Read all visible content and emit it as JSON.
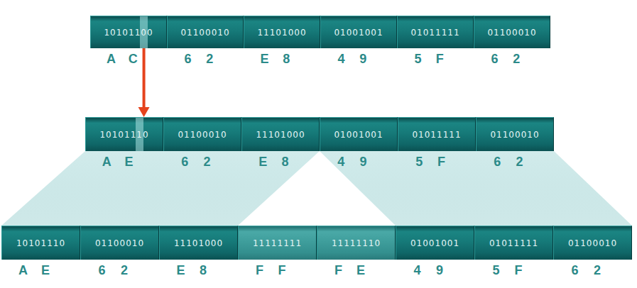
{
  "diagram": {
    "nodes": [
      {
        "text": [
          "10101100",
          "A",
          "C"
        ]
      },
      {
        "text": [
          "01100010",
          "6",
          "2"
        ]
      },
      {
        "text": [
          "11101000",
          "E",
          "8"
        ]
      },
      {
        "text": [
          "01001001",
          "4",
          "9"
        ]
      },
      {
        "text": [
          "01011111",
          "5",
          "F"
        ]
      },
      {
        "text": [
          "01100010",
          "6",
          "2"
        ]
      },
      {
        "text": [
          "10101110",
          "A",
          "E"
        ]
      },
      {
        "text": [
          "01100010",
          "6",
          "2"
        ]
      },
      {
        "text": [
          "11101000",
          "E",
          "8"
        ]
      },
      {
        "text": [
          "01001001",
          "4",
          "9"
        ]
      },
      {
        "text": [
          "01011111",
          "5",
          "F"
        ]
      },
      {
        "text": [
          "01100010",
          "6",
          "2"
        ]
      },
      {
        "text": [
          "10101110",
          "A",
          "E"
        ]
      },
      {
        "text": [
          "01100010",
          "6",
          "2"
        ]
      },
      {
        "text": [
          "11101000",
          "E",
          "8"
        ]
      },
      {
        "text": [
          "11111111",
          "F",
          "F"
        ]
      },
      {
        "text": [
          "11111110",
          "F",
          "E"
        ]
      },
      {
        "text": [
          "01001001",
          "4",
          "9"
        ]
      },
      {
        "text": [
          "01011111",
          "5",
          "F"
        ]
      },
      {
        "text": [
          "01100010",
          "6",
          "2"
        ]
      }
    ],
    "edges": [
      {
        "from": 0,
        "to": 6,
        "arrow": "to"
      }
    ]
  }
}
